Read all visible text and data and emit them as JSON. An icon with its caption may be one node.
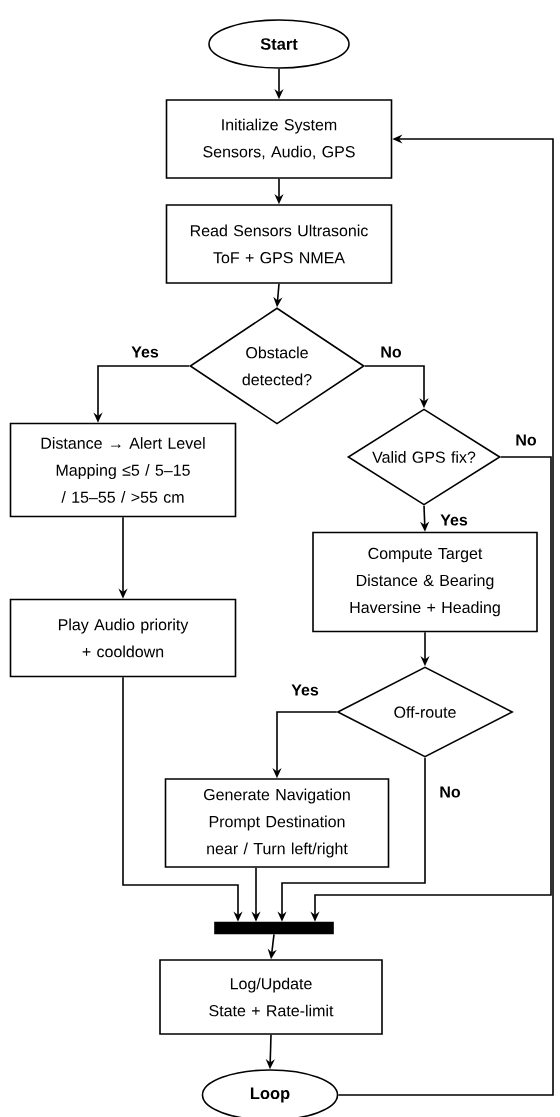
{
  "diagram": {
    "nodes": [
      {
        "text": [
          "Start"
        ]
      },
      {
        "text": [
          "Initialize System Sensors, Audio, GPS"
        ]
      },
      {
        "text": [
          "Read Sensors Ultrasonic ToF + GPS NMEA"
        ]
      },
      {
        "text": [
          "Obstacle detected?"
        ]
      },
      {
        "text": [
          "Distance → Alert Level Mapping ≤5 / 5–15 / 15–55 / >55 cm"
        ]
      },
      {
        "text": [
          "Valid GPS fix?"
        ]
      },
      {
        "text": [
          "Play Audio priority + cooldown"
        ]
      },
      {
        "text": [
          "Compute Target Distance & Bearing Haversine + Heading"
        ]
      },
      {
        "text": [
          "Off-route"
        ]
      },
      {
        "text": [
          "Generate Navigation Prompt Destination near / Turn left/right"
        ]
      },
      {
        "text": [],
        "shape": "bar"
      },
      {
        "text": [
          "Log/Update State + Rate-limit"
        ]
      },
      {
        "text": [
          "Loop"
        ]
      }
    ],
    "edges": [
      {
        "from": 0,
        "to": 1,
        "arrow": "to"
      },
      {
        "from": 1,
        "to": 2,
        "arrow": "to"
      },
      {
        "from": 2,
        "to": 3,
        "arrow": "to"
      },
      {
        "from": 3,
        "to": 4,
        "arrow": "to",
        "label": "Yes"
      },
      {
        "from": 3,
        "to": 5,
        "arrow": "to",
        "label": "No"
      },
      {
        "from": 4,
        "to": 6,
        "arrow": "to"
      },
      {
        "from": 5,
        "to": 7,
        "arrow": "to",
        "label": "Yes"
      },
      {
        "from": 5,
        "to": 10,
        "arrow": "to",
        "label": "No"
      },
      {
        "from": 7,
        "to": 8,
        "arrow": "to"
      },
      {
        "from": 8,
        "to": 9,
        "arrow": "to",
        "label": "Yes"
      },
      {
        "from": 8,
        "to": 10,
        "arrow": "to",
        "label": "No"
      },
      {
        "from": 6,
        "to": 10,
        "arrow": "to"
      },
      {
        "from": 9,
        "to": 10,
        "arrow": "to"
      },
      {
        "from": 10,
        "to": 11,
        "arrow": "to"
      },
      {
        "from": 11,
        "to": 12,
        "arrow": "to"
      },
      {
        "from": 12,
        "to": 1,
        "arrow": "to"
      }
    ]
  }
}
